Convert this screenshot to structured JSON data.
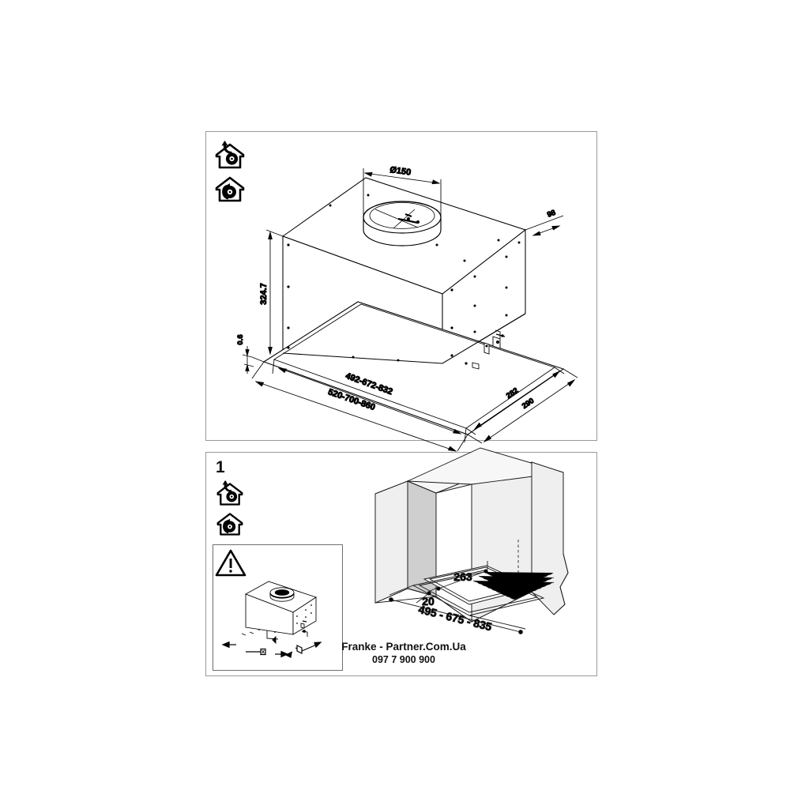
{
  "document": {
    "type": "technical-installation-drawing",
    "product": "built-in kitchen extractor hood",
    "background_color": "#ffffff",
    "line_color": "#000000",
    "panel_border_color": "#9a9a9a"
  },
  "panel_1": {
    "step_number": "",
    "mode_icons": [
      {
        "name": "ducting-mode-icon",
        "alt": "house with extraction fan and upward arrow"
      },
      {
        "name": "recirculation-mode-icon",
        "alt": "house with recirculation fan"
      }
    ],
    "dimensions": {
      "duct_diameter": "Ø150",
      "height": "324.7",
      "base_thickness": "0.6",
      "rear_offset": "98",
      "depth_inner": "282",
      "depth_outer": "290",
      "width_inner": "492-672-832",
      "width_outer": "520-700-860"
    }
  },
  "panel_2": {
    "step_number": "1",
    "mode_icons": [
      {
        "name": "ducting-mode-icon",
        "alt": "house with extraction fan and upward arrow"
      },
      {
        "name": "recirculation-mode-icon",
        "alt": "house with recirculation fan"
      }
    ],
    "inset": {
      "warning_icon": "warning-triangle-icon",
      "caption": ""
    },
    "dimensions": {
      "niche_depth": "263",
      "lip_offset": "20",
      "niche_width": "495 - 675 - 835"
    }
  },
  "watermark": {
    "line1": "Franke - Partner.Com.Ua",
    "line2": "097 7 900 900"
  }
}
